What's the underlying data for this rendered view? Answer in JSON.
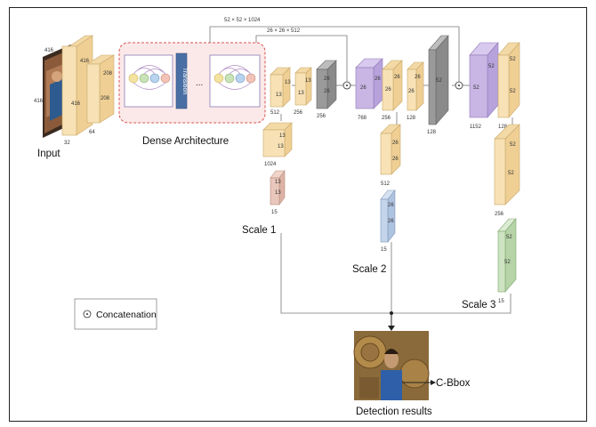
{
  "labels": {
    "input": "Input",
    "dense_architecture": "Dense Architecture",
    "transition": "Transition",
    "ellipsis": "...",
    "scale1": "Scale 1",
    "scale2": "Scale 2",
    "scale3": "Scale 3",
    "concatenation": "Concatenation",
    "detection_results": "Detection results",
    "cbbox": "C-Bbox"
  },
  "route_labels": {
    "r52": "52 × 52 × 1024",
    "r26": "26 × 26 × 512"
  },
  "input_dims": {
    "h": "416",
    "w": "416"
  },
  "layers": {
    "b32": {
      "face": "416",
      "side": "416",
      "depth": "32"
    },
    "b64": {
      "face": "208",
      "side": "208",
      "depth": "64"
    },
    "b512": {
      "face": "13",
      "side": "13",
      "depth": "512"
    },
    "b256a": {
      "face": "13",
      "side": "13",
      "depth": "256"
    },
    "b256gray": {
      "face": "26",
      "side": "26",
      "depth": "256"
    },
    "b1024": {
      "face": "13",
      "side": "13",
      "depth": "1024"
    },
    "b15a": {
      "face": "13",
      "side": "13",
      "depth": "15"
    },
    "b768": {
      "face": "26",
      "side": "26",
      "depth": "768"
    },
    "b256b": {
      "face": "26",
      "side": "26",
      "depth": "256"
    },
    "b128a": {
      "face": "26",
      "side": "26",
      "depth": "128"
    },
    "b128gray": {
      "face": "52",
      "side": "52",
      "depth": "128"
    },
    "b512b": {
      "face": "26",
      "side": "26",
      "depth": "512"
    },
    "b15b": {
      "face": "26",
      "side": "26",
      "depth": "15"
    },
    "b1152": {
      "face": "52",
      "side": "52",
      "depth": "1152"
    },
    "b128b": {
      "face": "52",
      "side": "52",
      "depth": "128"
    },
    "b256c": {
      "face": "52",
      "side": "52",
      "depth": "256"
    },
    "b15c": {
      "face": "52",
      "side": "52",
      "depth": "15"
    }
  },
  "colors": {
    "cream": "#f7e1b5",
    "cream_side": "#efcf94",
    "purple": "#c9b6e4",
    "gray": "#9a9a9a",
    "pink": "#e8c6bb",
    "blue": "#c4d4ea",
    "green": "#cde3c2",
    "dense_border": "#d9534f",
    "dense_fill": "#fbe9e9"
  }
}
